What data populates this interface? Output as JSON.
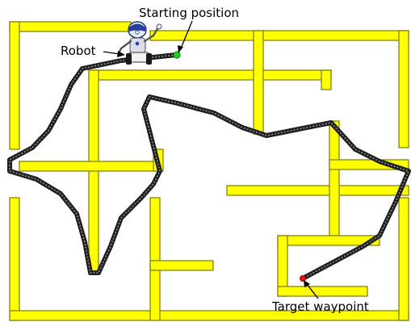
{
  "labels": {
    "starting_position": "Starting position",
    "robot": "Robot",
    "target_waypoint": "Target waypoint"
  },
  "colors": {
    "wall_fill": "#ffff00",
    "path": "#1e1e1e",
    "start_marker": "#22cc22",
    "target_marker": "#ee1111"
  },
  "icons": {
    "robot": "robot-icon",
    "start": "green-dot-icon",
    "target": "red-dot-icon"
  }
}
